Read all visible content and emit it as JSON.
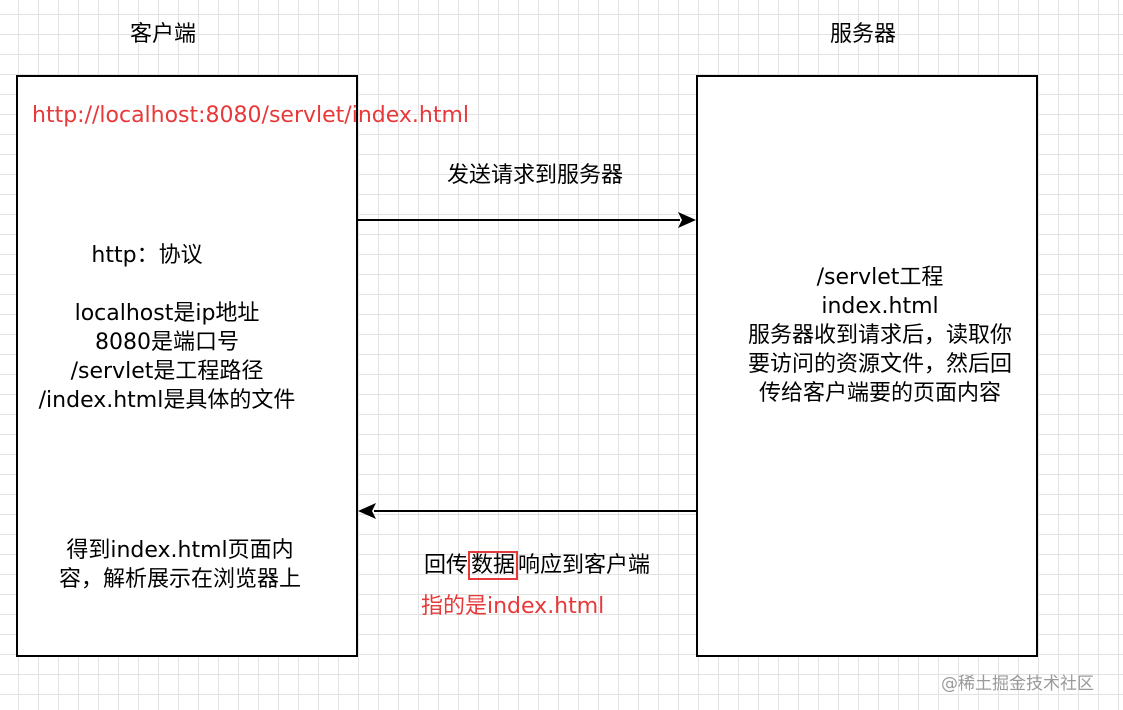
{
  "client": {
    "title": "客户端",
    "url": "http://localhost:8080/servlet/index.html",
    "explain": [
      "http：协议",
      "",
      "localhost是ip地址",
      "8080是端口号",
      "/servlet是工程路径",
      "/index.html是具体的文件"
    ],
    "result": [
      "得到index.html页面内",
      "容，解析展示在浏览器上"
    ]
  },
  "server": {
    "title": "服务器",
    "lines": [
      "/servlet工程",
      "index.html",
      "服务器收到请求后，读取你",
      "要访问的资源文件，然后回",
      "传给客户端要的页面内容"
    ]
  },
  "request": {
    "label": "发送请求到服务器"
  },
  "response": {
    "label_before": "回传",
    "label_highlight": "数据",
    "label_after": "响应到客户端",
    "note": "指的是index.html"
  },
  "watermark": "@稀土掘金技术社区",
  "colors": {
    "accent": "#e8393a",
    "grid": "#e3e3e3"
  }
}
